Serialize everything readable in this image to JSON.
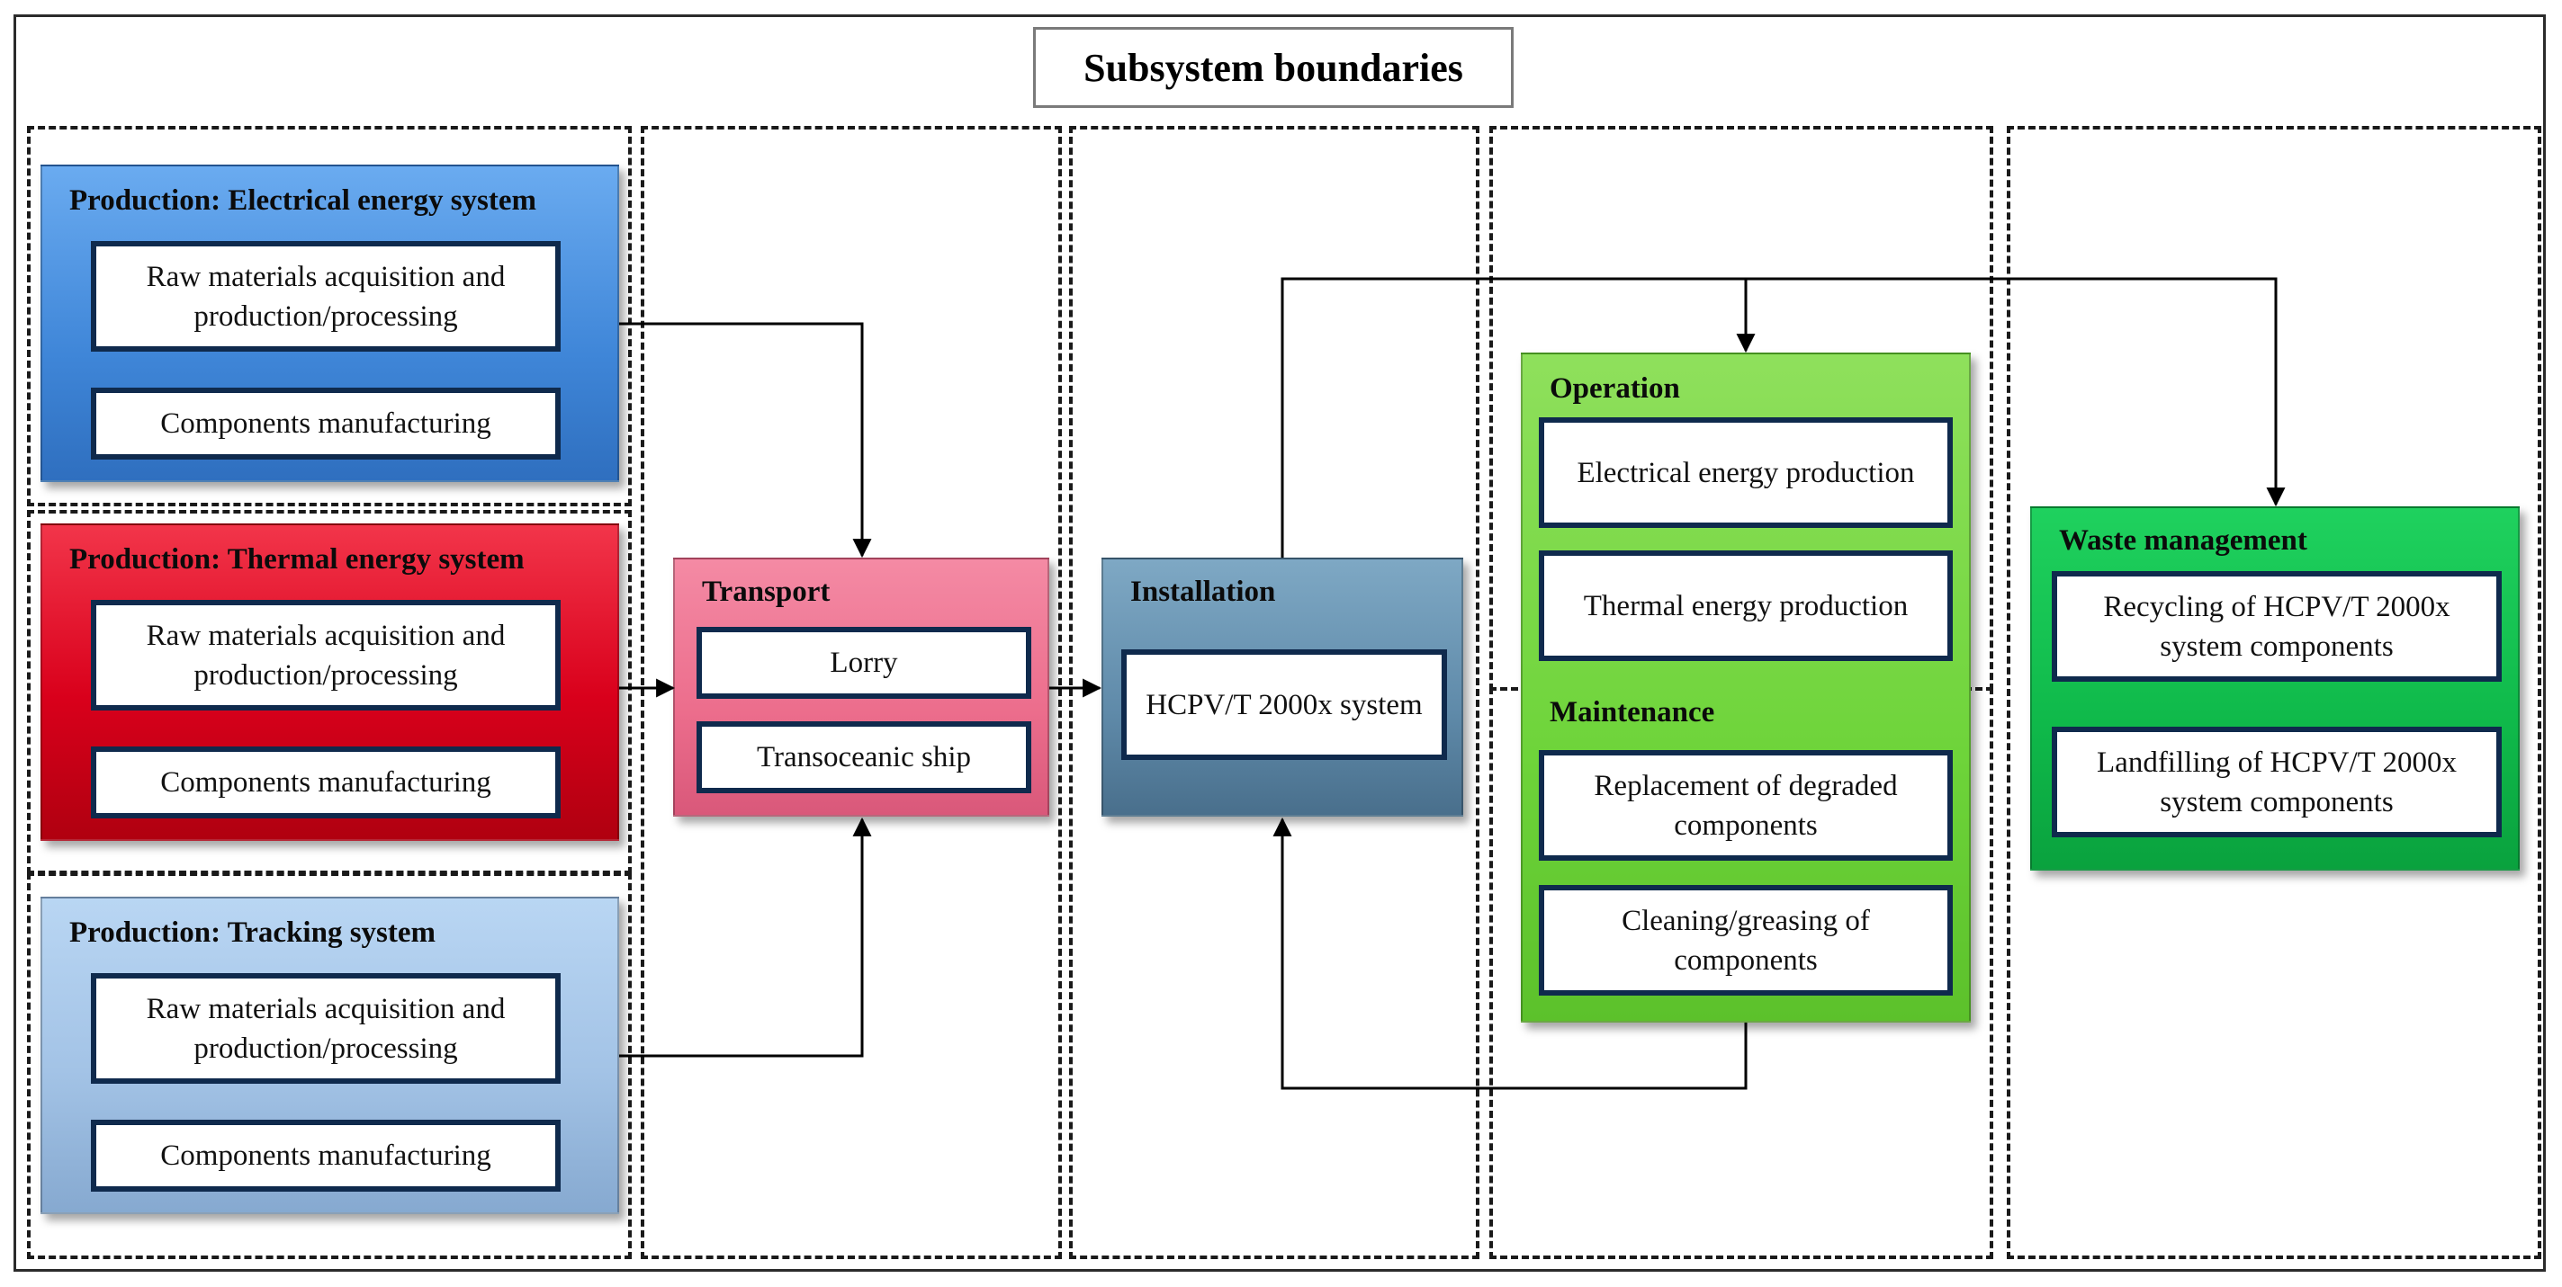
{
  "title": "Subsystem boundaries",
  "panels": {
    "electrical": {
      "title": "Production: Electrical energy system",
      "items": [
        "Raw materials acquisition and production/processing",
        "Components manufacturing"
      ]
    },
    "thermal": {
      "title": "Production: Thermal energy system",
      "items": [
        "Raw materials acquisition and production/processing",
        "Components manufacturing"
      ]
    },
    "tracking": {
      "title": "Production: Tracking system",
      "items": [
        "Raw materials acquisition and production/processing",
        "Components manufacturing"
      ]
    },
    "transport": {
      "title": "Transport",
      "items": [
        "Lorry",
        "Transoceanic ship"
      ]
    },
    "installation": {
      "title": "Installation",
      "items": [
        "HCPV/T 2000x system"
      ]
    },
    "operation": {
      "title": "Operation",
      "items": [
        "Electrical energy production",
        "Thermal energy production"
      ]
    },
    "maintenance": {
      "title": "Maintenance",
      "items": [
        "Replacement of degraded components",
        "Cleaning/greasing of components"
      ]
    },
    "waste": {
      "title": "Waste management",
      "items": [
        "Recycling of HCPV/T 2000x system components",
        "Landfilling of HCPV/T 2000x system components"
      ]
    }
  },
  "colors": {
    "electrical": "#4a90e2",
    "thermal": "#d9001b",
    "tracking": "#a3c3e6",
    "transport": "#ec6d8c",
    "installation": "#5f8aa9",
    "operation": "#6ed43a",
    "waste": "#0fb94a",
    "inner_border": "#0f2a4d"
  }
}
